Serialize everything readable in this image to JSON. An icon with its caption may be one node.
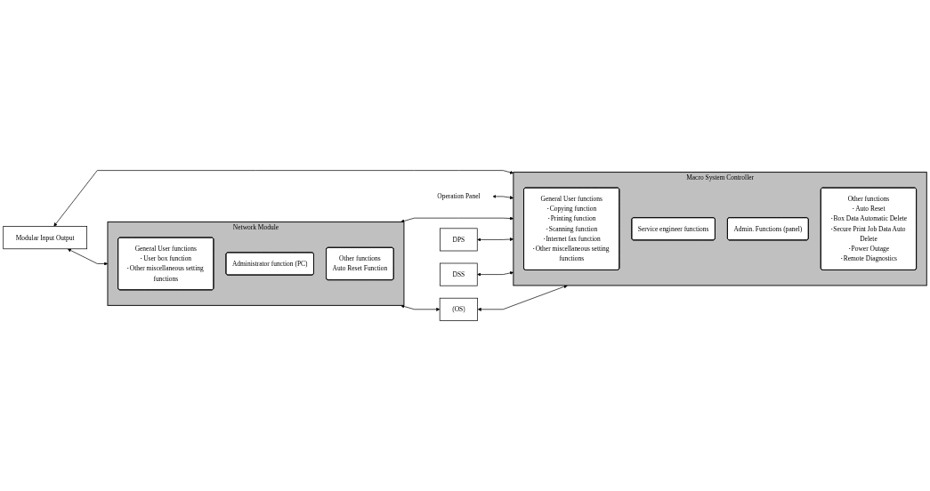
{
  "diagram": {
    "nodes": [
      {
        "text": [
          "Modular Input Output"
        ]
      },
      {
        "text": [
          "Operation Panel"
        ]
      },
      {
        "text": [
          "Network Module"
        ]
      },
      {
        "text": [
          "General User functions",
          "･User box function",
          "･Other miscellaneous setting functions"
        ],
        "in": 2
      },
      {
        "text": [
          "Administrator function (PC)"
        ],
        "in": 2
      },
      {
        "text": [
          "Other functions",
          "Auto Reset Function"
        ],
        "in": 2
      },
      {
        "text": [
          "Macro System Controller"
        ]
      },
      {
        "text": [
          "General User functions",
          "･Copying function",
          "･Printing function",
          "･Scanning function",
          "･Internet fax function",
          "･Other miscellaneous setting functions"
        ],
        "in": 6
      },
      {
        "text": [
          "Service engineer functions"
        ],
        "in": 6
      },
      {
        "text": [
          "Admin. Functions (panel)"
        ],
        "in": 6
      },
      {
        "text": [
          "Other functions",
          "･Auto Reset",
          "･Box Data Automatic Delete",
          "･Secure Print Job Data Auto Delete",
          "･Power Outage",
          "･Remote Diagnostics"
        ],
        "in": 6
      },
      {
        "text": [
          "DPS"
        ]
      },
      {
        "text": [
          "DSS"
        ]
      },
      {
        "text": [
          "(OS)"
        ]
      }
    ],
    "edges": [
      {
        "from": 0,
        "to": 2,
        "arrow": "both"
      },
      {
        "from": 0,
        "to": 6,
        "arrow": "both"
      },
      {
        "from": 1,
        "to": 6,
        "arrow": "both"
      },
      {
        "from": 2,
        "to": 6,
        "arrow": "both"
      },
      {
        "from": 11,
        "to": 6,
        "arrow": "both"
      },
      {
        "from": 12,
        "to": 6,
        "arrow": "both"
      },
      {
        "from": 2,
        "to": 13,
        "arrow": "both"
      },
      {
        "from": 13,
        "to": 6,
        "arrow": "both"
      }
    ]
  }
}
